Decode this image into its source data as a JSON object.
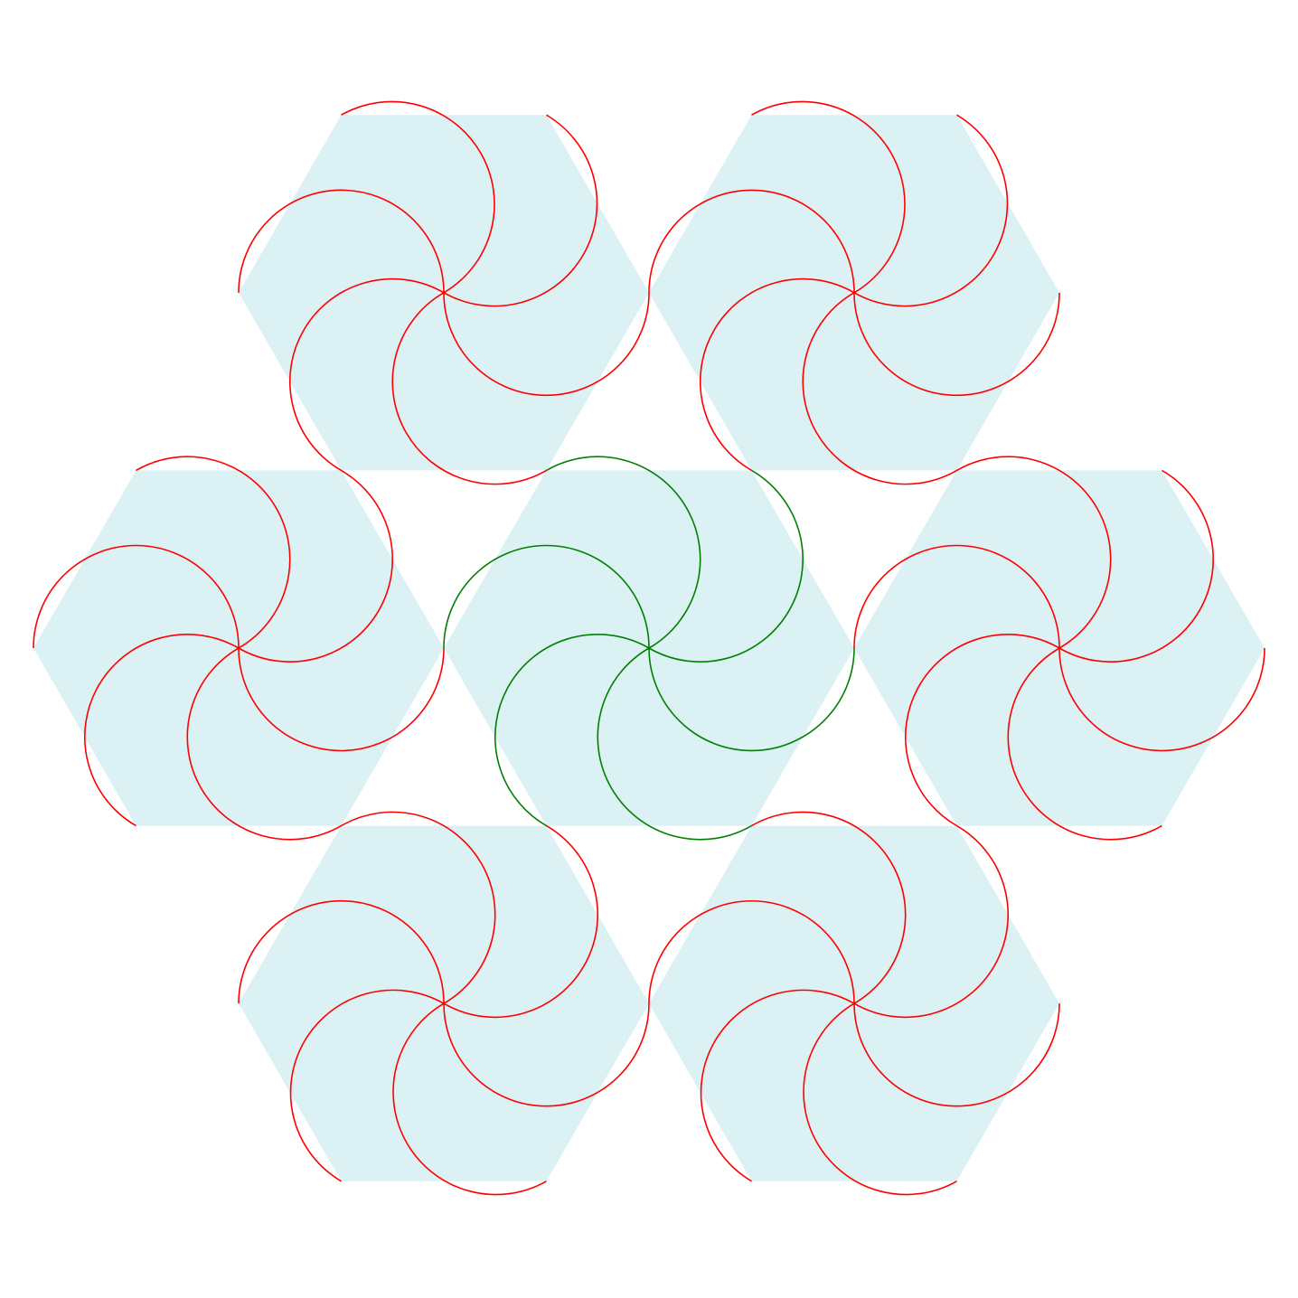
{
  "diagram": {
    "kind": "hexagonal-pinwheel-tiling",
    "hexagon_count": 7,
    "arcs_per_hexagon": 6,
    "highlighted_hexagon": "center",
    "colors": {
      "background": "#ffffff",
      "hexagon_fill": "#dcf1f4",
      "arc_default": "#ff0000",
      "arc_highlight": "#008000"
    }
  }
}
